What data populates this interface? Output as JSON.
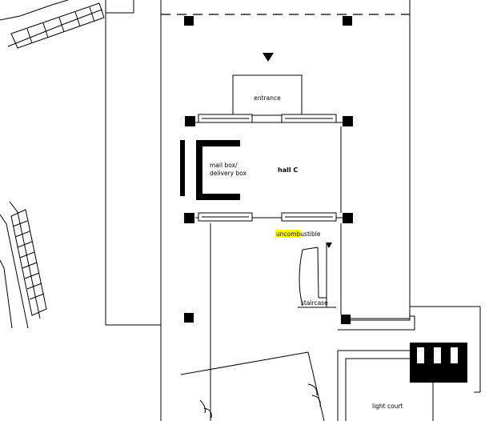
{
  "labels": {
    "entrance": "entrance",
    "mailbox_line1": "mail box/",
    "mailbox_line2": "delivery box",
    "hall": "hall C",
    "uncombustible": "uncombustible",
    "staircase": "staircase",
    "lightcourt": "light court"
  },
  "colors": {
    "line": "#000000",
    "highlight": "#ffff00",
    "column": "#000000",
    "background": "#ffffff"
  },
  "icons": {
    "entrance_marker": "triangle-down",
    "stair_marker": "triangle-down"
  }
}
